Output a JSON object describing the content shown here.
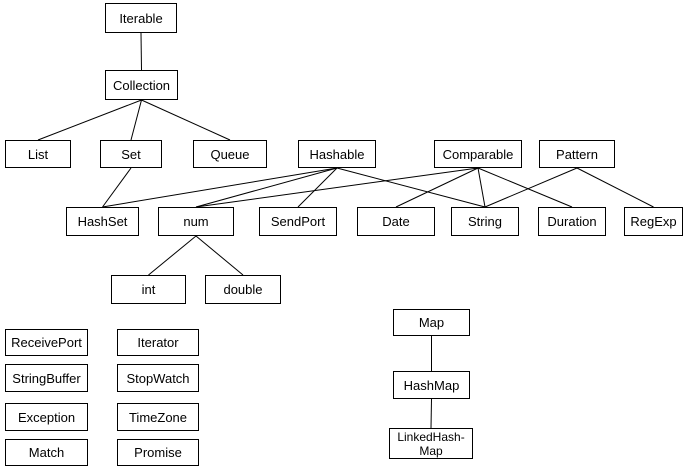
{
  "nodes": {
    "iterable": "Iterable",
    "collection": "Collection",
    "list": "List",
    "set": "Set",
    "queue": "Queue",
    "hashable": "Hashable",
    "comparable": "Comparable",
    "pattern": "Pattern",
    "hashset": "HashSet",
    "num": "num",
    "sendport": "SendPort",
    "date": "Date",
    "string": "String",
    "duration": "Duration",
    "regexp": "RegExp",
    "int": "int",
    "double": "double",
    "receiveport": "ReceivePort",
    "iterator": "Iterator",
    "stringbuffer": "StringBuffer",
    "stopwatch": "StopWatch",
    "exception": "Exception",
    "timezone": "TimeZone",
    "match": "Match",
    "promise": "Promise",
    "map": "Map",
    "hashmap": "HashMap",
    "linkedhashmap": "LinkedHash-\nMap"
  },
  "edges": [
    [
      "iterable",
      "collection"
    ],
    [
      "collection",
      "list"
    ],
    [
      "collection",
      "set"
    ],
    [
      "collection",
      "queue"
    ],
    [
      "set",
      "hashset"
    ],
    [
      "hashable",
      "hashset"
    ],
    [
      "hashable",
      "num"
    ],
    [
      "hashable",
      "sendport"
    ],
    [
      "hashable",
      "string"
    ],
    [
      "comparable",
      "num"
    ],
    [
      "comparable",
      "date"
    ],
    [
      "comparable",
      "string"
    ],
    [
      "comparable",
      "duration"
    ],
    [
      "pattern",
      "string"
    ],
    [
      "pattern",
      "regexp"
    ],
    [
      "num",
      "int"
    ],
    [
      "num",
      "double"
    ],
    [
      "map",
      "hashmap"
    ],
    [
      "hashmap",
      "linkedhashmap"
    ]
  ]
}
